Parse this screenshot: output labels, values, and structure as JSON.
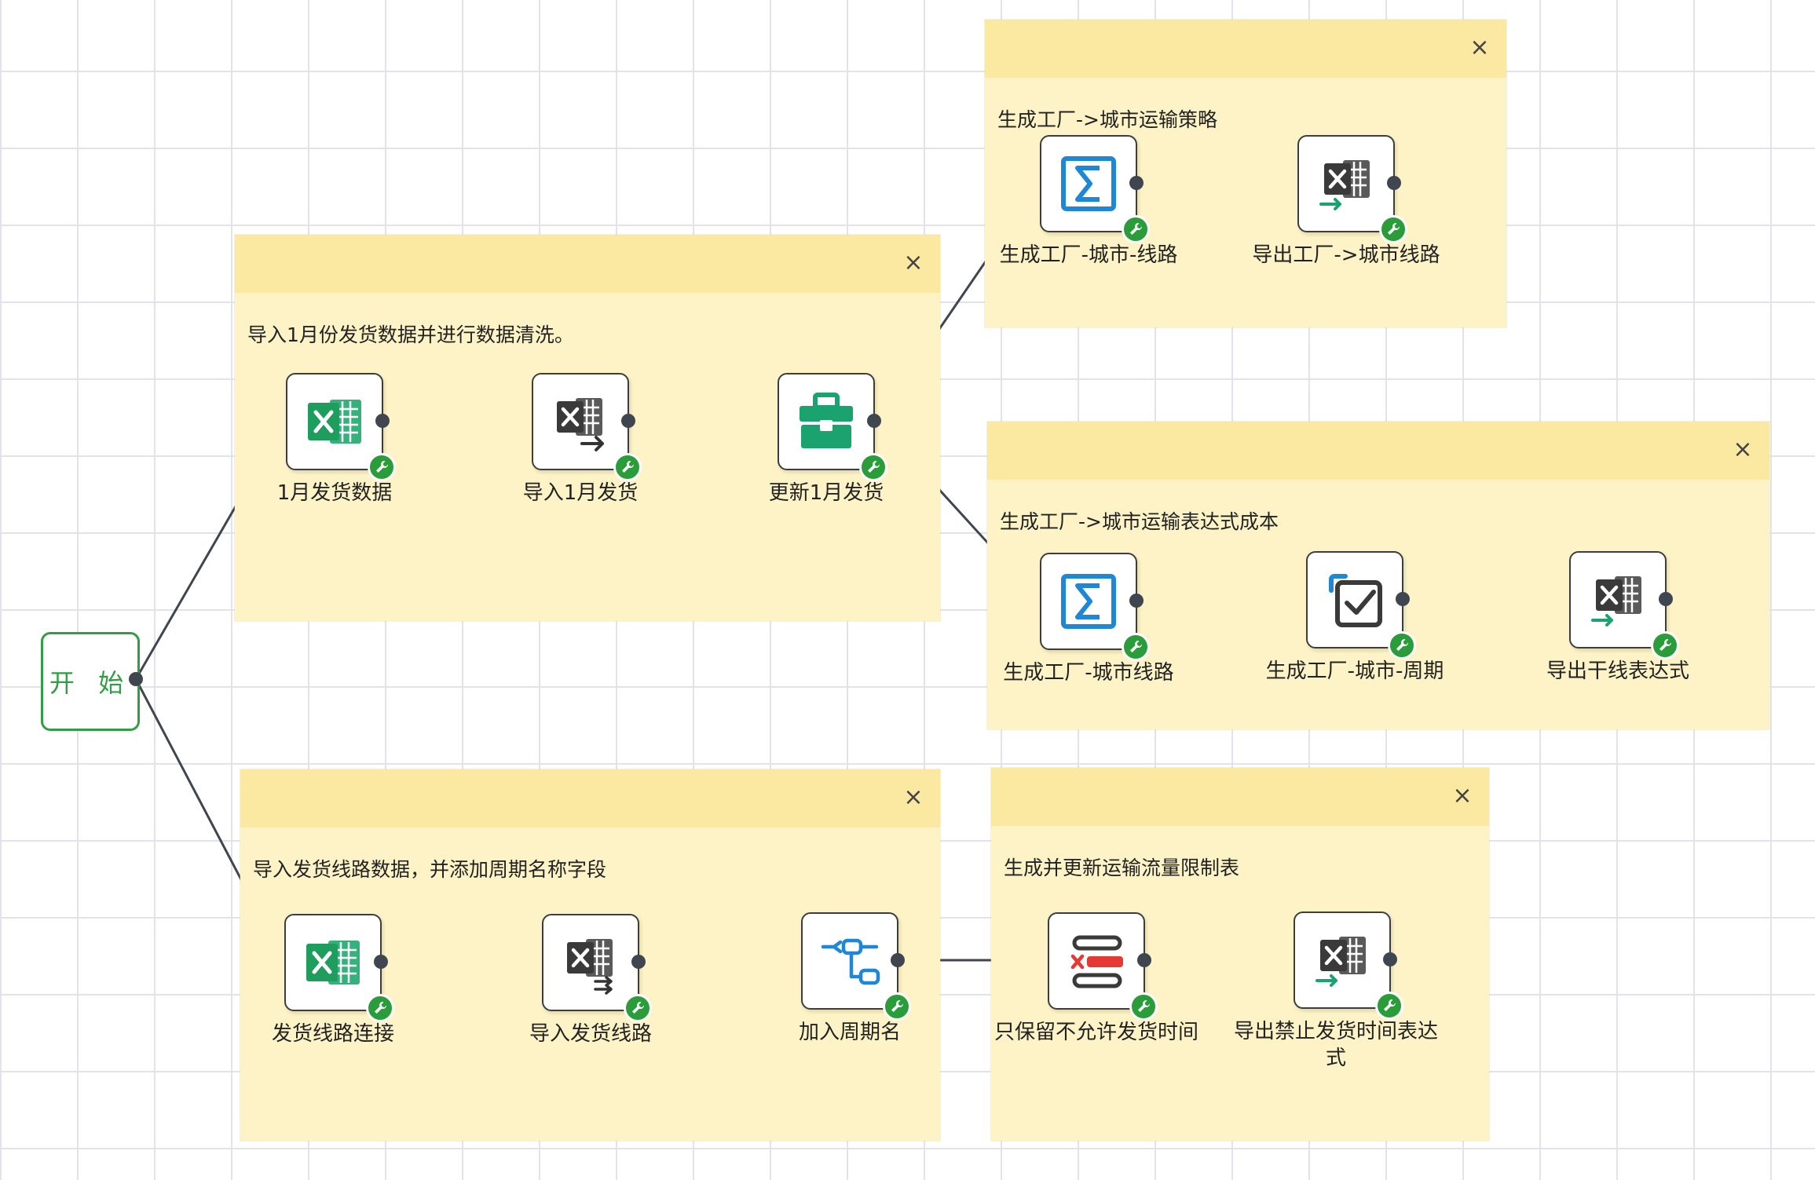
{
  "start": {
    "label": "开 始"
  },
  "groups": [
    {
      "id": "g1",
      "description": "导入1月份发货数据并进行数据清洗。",
      "close": "×"
    },
    {
      "id": "g2",
      "description": "生成工厂->城市运输策略",
      "close": "×"
    },
    {
      "id": "g3",
      "description": "生成工厂->城市运输表达式成本",
      "close": "×"
    },
    {
      "id": "g4",
      "description": "导入发货线路数据，并添加周期名称字段",
      "close": "×"
    },
    {
      "id": "g5",
      "description": "生成并更新运输流量限制表",
      "close": "×"
    }
  ],
  "nodes": [
    {
      "id": "n1",
      "label": "1月发货数据",
      "icon": "excel-source-icon"
    },
    {
      "id": "n2",
      "label": "导入1月发货",
      "icon": "excel-import-icon"
    },
    {
      "id": "n3",
      "label": "更新1月发货",
      "icon": "toolbox-update-icon"
    },
    {
      "id": "n4",
      "label": "生成工厂-城市-线路",
      "icon": "sigma-sum-icon"
    },
    {
      "id": "n5",
      "label": "导出工厂->城市线路",
      "icon": "excel-export-icon"
    },
    {
      "id": "n6",
      "label": "生成工厂-城市线路",
      "icon": "sigma-sum-icon"
    },
    {
      "id": "n7",
      "label": "生成工厂-城市-周期",
      "icon": "checkbox-select-icon"
    },
    {
      "id": "n8",
      "label": "导出干线表达式",
      "icon": "excel-export-icon"
    },
    {
      "id": "n9",
      "label": "发货线路连接",
      "icon": "excel-source-icon"
    },
    {
      "id": "n10",
      "label": "导入发货线路",
      "icon": "excel-import-icon"
    },
    {
      "id": "n11",
      "label": "加入周期名",
      "icon": "tree-branch-icon"
    },
    {
      "id": "n12",
      "label": "只保留不允许发货时间",
      "icon": "filter-rows-icon"
    },
    {
      "id": "n13",
      "label": "导出禁止发货时间表达式",
      "icon": "excel-export-icon"
    }
  ],
  "colors": {
    "group_body": "#fdf3c6",
    "group_header": "#fbe9a2",
    "start_green": "#2f9e44",
    "excel_green": "#21a366",
    "sigma_blue": "#1e88d6",
    "filter_red": "#e53935",
    "badge_green": "#2a9c3a",
    "link": "#3f4650"
  }
}
